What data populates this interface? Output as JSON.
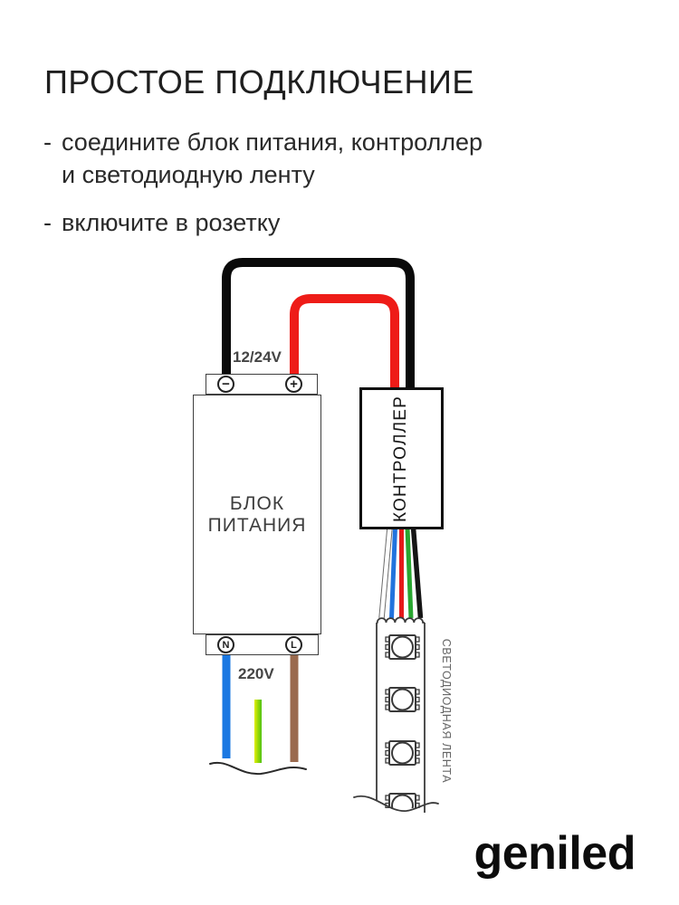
{
  "title": "ПРОСТОЕ ПОДКЛЮЧЕНИЕ",
  "instructions": [
    {
      "dash": "-",
      "line1": "соедините блок питания, контроллер",
      "line2": "и светодиодную ленту"
    },
    {
      "dash": "-",
      "line1": "включите в розетку",
      "line2": ""
    }
  ],
  "diagram": {
    "psu": {
      "name_line1": "БЛОК",
      "name_line2": "ПИТАНИЯ",
      "output_voltage": "12/24V",
      "input_voltage": "220V",
      "terminals": {
        "minus": "−",
        "plus": "+",
        "neutral": "N",
        "line": "L"
      }
    },
    "controller": {
      "name": "КОНТРОЛЛЕР"
    },
    "led_strip": {
      "name": "СВЕТОДИОДНАЯ ЛЕНТА"
    },
    "wires": {
      "dc_negative": "#0a0a0a",
      "dc_positive": "#ee1c18",
      "ac_neutral_blue": "#1b78e2",
      "ac_ground_yellow": "#e2ee00",
      "ac_ground_green": "#4ec20c",
      "ac_line_brown": "#9a6a4e",
      "rgb_white": "#ffffff",
      "rgb_blue": "#2173dd",
      "rgb_red": "#e51a1a",
      "rgb_green": "#29a630",
      "rgb_black": "#151515"
    }
  },
  "footer": {
    "logo": "geniled"
  }
}
